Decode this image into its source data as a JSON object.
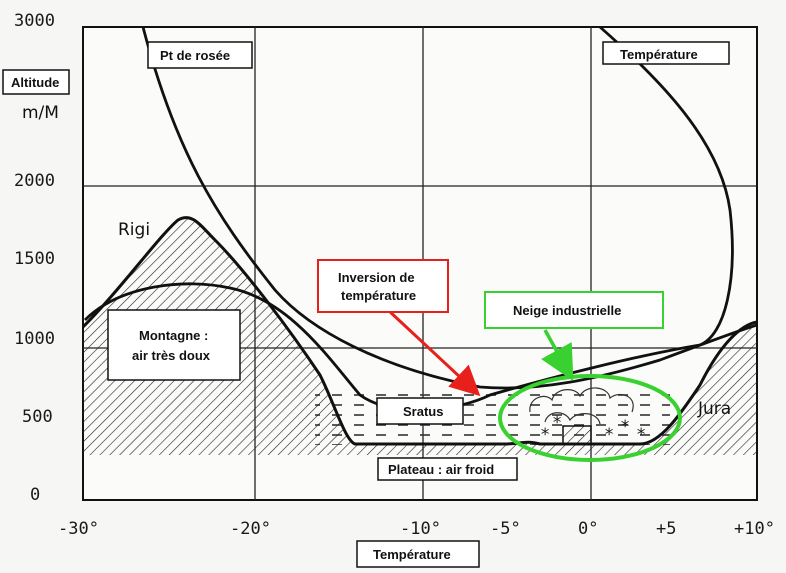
{
  "labels": {
    "altitude": "Altitude",
    "unit": "m/M",
    "dew_point": "Pt de rosée",
    "temperature_top": "Température",
    "temperature_bottom": "Température",
    "rigi": "Rigi",
    "jura": "Jura",
    "mountain_line1": "Montagne :",
    "mountain_line2": "air très doux",
    "inversion_line1": "Inversion de",
    "inversion_line2": "température",
    "industrial_snow": "Neige industrielle",
    "stratus": "Sratus",
    "plateau": "Plateau : air froid"
  },
  "y_ticks": [
    "3000",
    "2000",
    "1500",
    "1000",
    "500",
    "0"
  ],
  "x_ticks": [
    "-30°",
    "-20°",
    "-10°",
    "-5°",
    "0°",
    "+5",
    "+10°"
  ],
  "colors": {
    "inversion_arrow": "#e8201c",
    "snow_highlight": "#38d12f",
    "ink": "#111111"
  }
}
